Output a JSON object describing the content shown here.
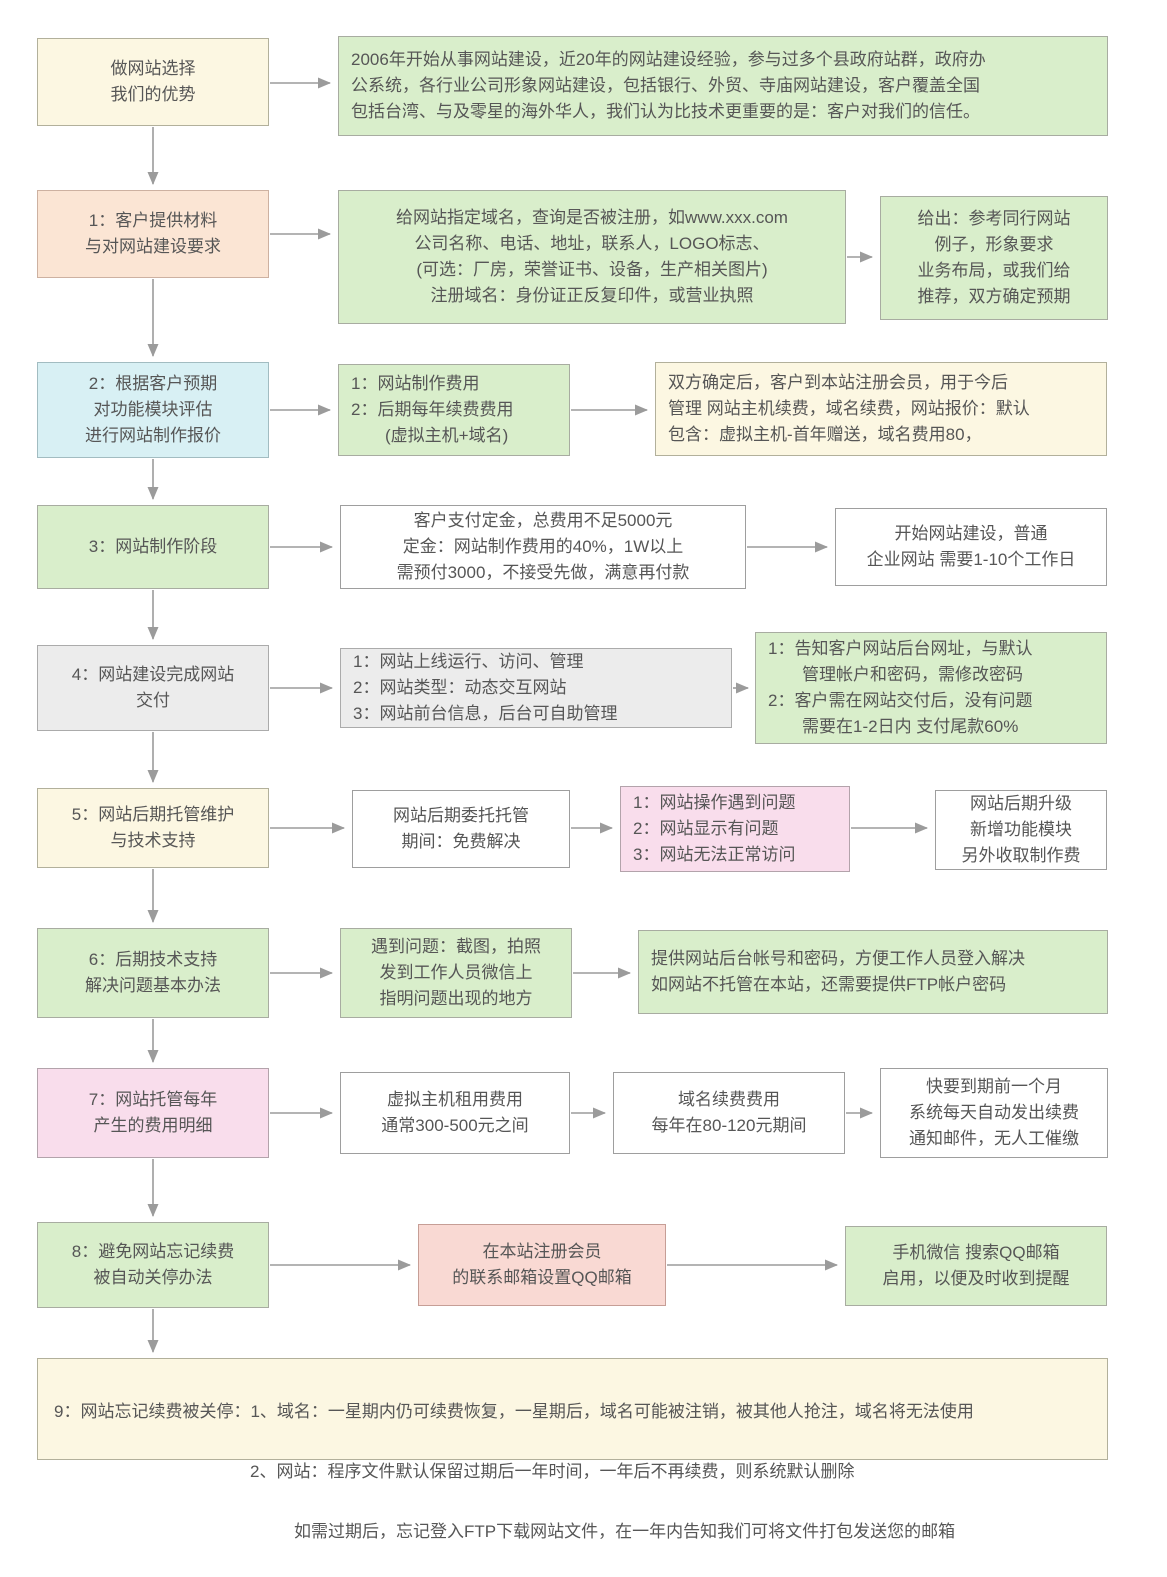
{
  "colors": {
    "cream": "#fcf7e2",
    "green": "#d9eecb",
    "peach": "#fbe5d4",
    "cyan": "#d8f0f4",
    "gray": "#ececec",
    "white": "#ffffff",
    "pink": "#f9ddec",
    "salmon": "#f9d9d3",
    "border": "#9e9e9e",
    "arrow": "#9b9b9b",
    "text": "#565656"
  },
  "flow": {
    "step0": {
      "label": "做网站选择\n我们的优势",
      "details": [
        "2006年开始从事网站建设，近20年的网站建设经验，参与过多个县政府站群，政府办\n公系统，各行业公司形象网站建设，包括银行、外贸、寺庙网站建设，客户覆盖全国\n包括台湾、与及零星的海外华人，我们认为比技术更重要的是：客户对我们的信任。"
      ]
    },
    "step1": {
      "label": "1：客户提供材料\n与对网站建设要求",
      "details": [
        "给网站指定域名，查询是否被注册，如www.xxx.com\n公司名称、电话、地址，联系人，LOGO标志、\n(可选：厂房，荣誉证书、设备，生产相关图片)\n注册域名：身份证正反复印件，或营业执照",
        "给出：参考同行网站\n例子，形象要求\n业务布局，或我们给\n推荐，双方确定预期"
      ]
    },
    "step2": {
      "label": "2：根据客户预期\n对功能模块评估\n进行网站制作报价",
      "details": [
        "1：网站制作费用\n2：后期每年续费费用\n　　(虚拟主机+域名)",
        "双方确定后，客户到本站注册会员，用于今后\n管理 网站主机续费，域名续费，网站报价：默认\n包含：虚拟主机-首年赠送，域名费用80，"
      ]
    },
    "step3": {
      "label": "3：网站制作阶段",
      "details": [
        "客户支付定金，总费用不足5000元\n定金：网站制作费用的40%，1W以上\n需预付3000，不接受先做，满意再付款",
        "开始网站建设，普通\n企业网站 需要1-10个工作日"
      ]
    },
    "step4": {
      "label": "4：网站建设完成网站\n交付",
      "details": [
        "1：网站上线运行、访问、管理\n2：网站类型：动态交互网站\n3：网站前台信息，后台可自助管理",
        "1：告知客户网站后台网址，与默认\n　　管理帐户和密码，需修改密码\n2：客户需在网站交付后，没有问题\n　　需要在1-2日内 支付尾款60%"
      ]
    },
    "step5": {
      "label": "5：网站后期托管维护\n与技术支持",
      "details": [
        "网站后期委托托管\n期间：免费解决",
        "1：网站操作遇到问题\n2：网站显示有问题\n3：网站无法正常访问",
        "网站后期升级\n新增功能模块\n另外收取制作费"
      ]
    },
    "step6": {
      "label": "6：后期技术支持\n解决问题基本办法",
      "details": [
        "遇到问题：截图，拍照\n发到工作人员微信上\n指明问题出现的地方",
        "提供网站后台帐号和密码，方便工作人员登入解决\n如网站不托管在本站，还需要提供FTP帐户密码"
      ]
    },
    "step7": {
      "label": "7：网站托管每年\n产生的费用明细",
      "details": [
        "虚拟主机租用费用\n通常300-500元之间",
        "域名续费费用\n每年在80-120元期间",
        "快要到期前一个月\n系统每天自动发出续费\n通知邮件，无人工催缴"
      ]
    },
    "step8": {
      "label": "8：避免网站忘记续费\n被自动关停办法",
      "details": [
        "在本站注册会员\n的联系邮箱设置QQ邮箱",
        "手机微信 搜索QQ邮箱\n启用，以便及时收到提醒"
      ]
    },
    "step9": {
      "lines": [
        "9：网站忘记续费被关停：1、域名：一星期内仍可续费恢复，一星期后，域名可能被注销，被其他人抢注，域名将无法使用",
        "2、网站：程序文件默认保留过期后一年时间，一年后不再续费，则系统默认删除",
        "如需过期后，忘记登入FTP下载网站文件，在一年内告知我们可将文件打包发送您的邮箱"
      ]
    }
  }
}
